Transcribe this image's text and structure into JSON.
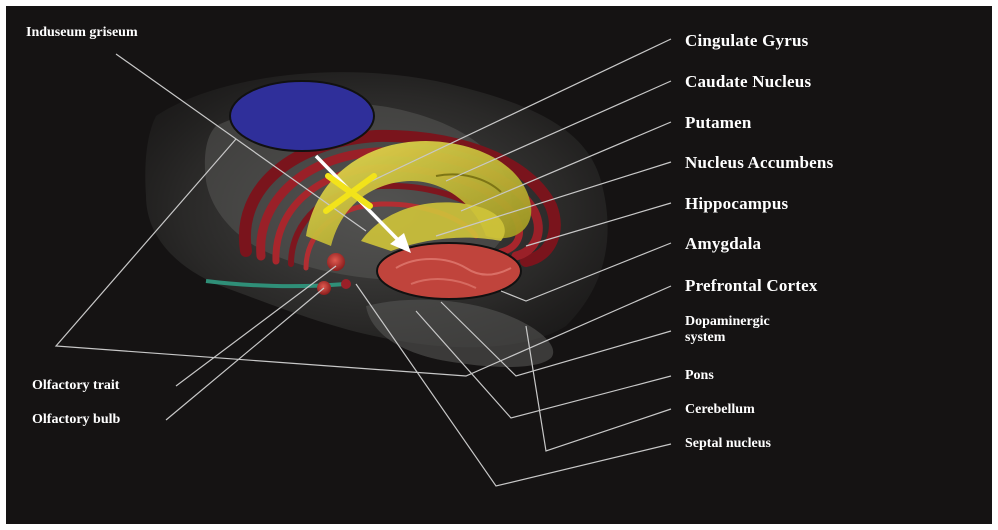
{
  "labels": {
    "induseum": "Induseum griseum",
    "cingulate": "Cingulate Gyrus",
    "caudate": "Caudate Nucleus",
    "putamen": "Putamen",
    "accumbens": "Nucleus Accumbens",
    "hippocampus": "Hippocampus",
    "amygdala": "Amygdala",
    "prefrontal": "Prefrontal Cortex",
    "dopaminergic": "Dopaminergic system",
    "pons": "Pons",
    "cerebellum": "Cerebellum",
    "septal": "Septal nucleus",
    "olfactory_trait": "Olfactory trait",
    "olfactory_bulb": "Olfactory bulb"
  },
  "colors": {
    "background": "#151313",
    "blue_ellipse": "#2f2f9a",
    "red_ellipse": "#c0443c",
    "red_structures": "#8e1a22",
    "yellow_structures": "#d9cf3a",
    "leader_lines": "#c8c8c8",
    "arrow": "#ffffff",
    "cross": "#f2e31a"
  }
}
